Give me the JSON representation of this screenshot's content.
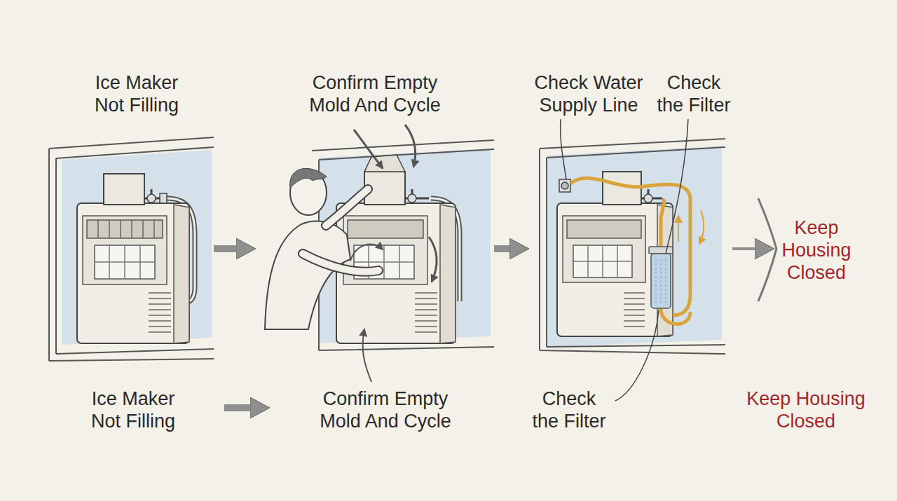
{
  "diagram": {
    "nodes": [
      {
        "text": [
          "Ice Maker Not Filling"
        ]
      },
      {
        "text": [
          "Confirm Empty Mold And Cycle"
        ]
      },
      {
        "text": [
          "Check Water Supply Line",
          "Check the Filter"
        ]
      },
      {
        "text": [
          "Keep Housing Closed"
        ]
      },
      {
        "text": [
          "Ice Maker Not Filling"
        ]
      },
      {
        "text": [
          "Confirm Empty Mold And Cycle"
        ]
      }
    ],
    "edges": [
      {
        "from": 0,
        "to": 1,
        "arrow": "to"
      },
      {
        "from": 1,
        "to": 2,
        "arrow": "to"
      },
      {
        "from": 2,
        "to": 3,
        "arrow": "to"
      },
      {
        "from": 4,
        "to": 5,
        "arrow": "to"
      }
    ],
    "labels": [
      "Check the Filter",
      "Keep Housing Closed"
    ]
  }
}
